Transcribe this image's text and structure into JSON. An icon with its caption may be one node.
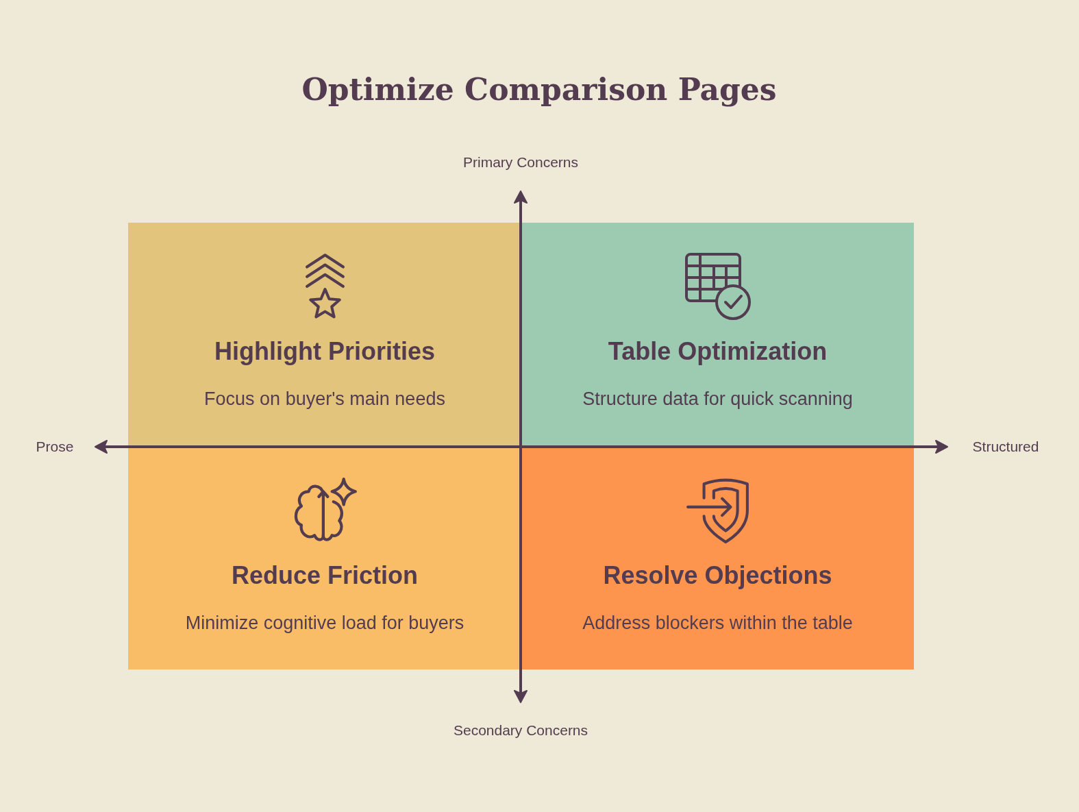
{
  "diagram": {
    "title": "Optimize Comparison Pages",
    "nodes": [
      {
        "text": [
          "Highlight Priorities",
          "Focus on buyer's main needs"
        ]
      },
      {
        "text": [
          "Table Optimization",
          "Structure data for quick scanning"
        ]
      },
      {
        "text": [
          "Reduce Friction",
          "Minimize cognitive load for buyers"
        ]
      },
      {
        "text": [
          "Resolve Objections",
          "Address blockers within the table"
        ]
      }
    ],
    "labels": [
      "Primary Concerns",
      "Prose",
      "Structured",
      "Secondary Concerns"
    ]
  }
}
